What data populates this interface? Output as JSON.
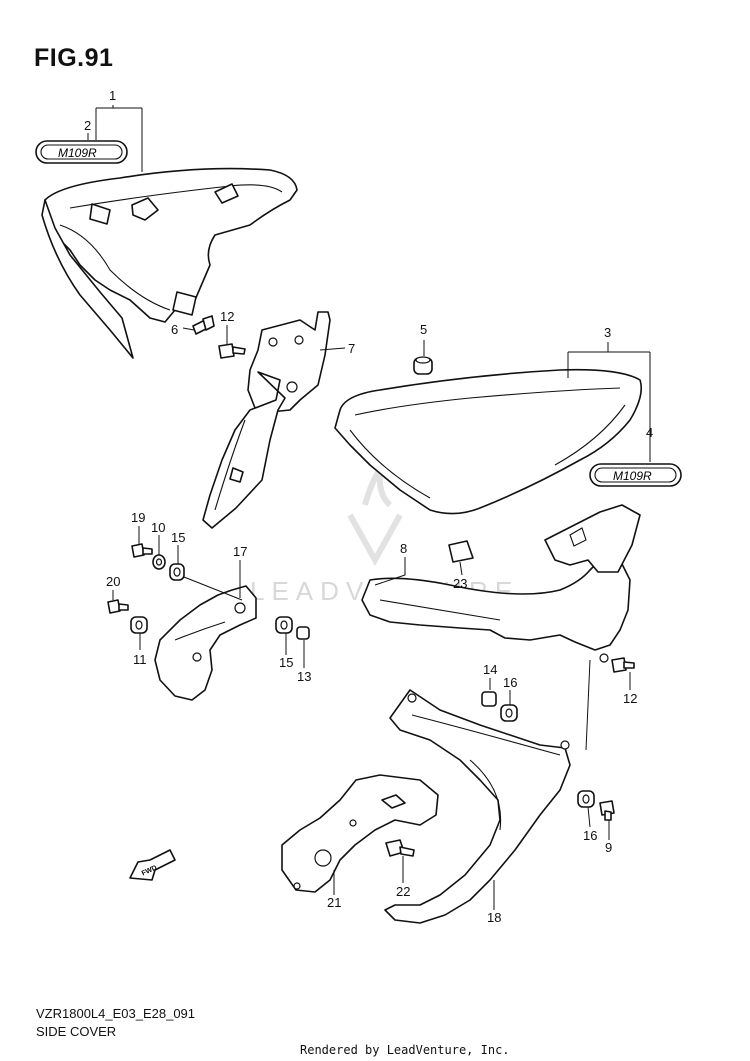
{
  "figure": {
    "title": "FIG.91",
    "code": "VZR1800L4_E03_E28_091",
    "name": "SIDE COVER",
    "credit": "Rendered by LeadVenture, Inc."
  },
  "watermark": "LEADVENTURE",
  "emblem": {
    "text": "M109R"
  },
  "callouts": {
    "c1": "1",
    "c2": "2",
    "c3": "3",
    "c4": "4",
    "c5": "5",
    "c6": "6",
    "c7": "7",
    "c8": "8",
    "c9": "9",
    "c10": "10",
    "c11": "11",
    "c12a": "12",
    "c12b": "12",
    "c13": "13",
    "c14": "14",
    "c15a": "15",
    "c15b": "15",
    "c16a": "16",
    "c16b": "16",
    "c17": "17",
    "c18": "18",
    "c19": "19",
    "c20": "20",
    "c21": "21",
    "c22": "22",
    "c23": "23"
  },
  "direction_marker": "FWD"
}
